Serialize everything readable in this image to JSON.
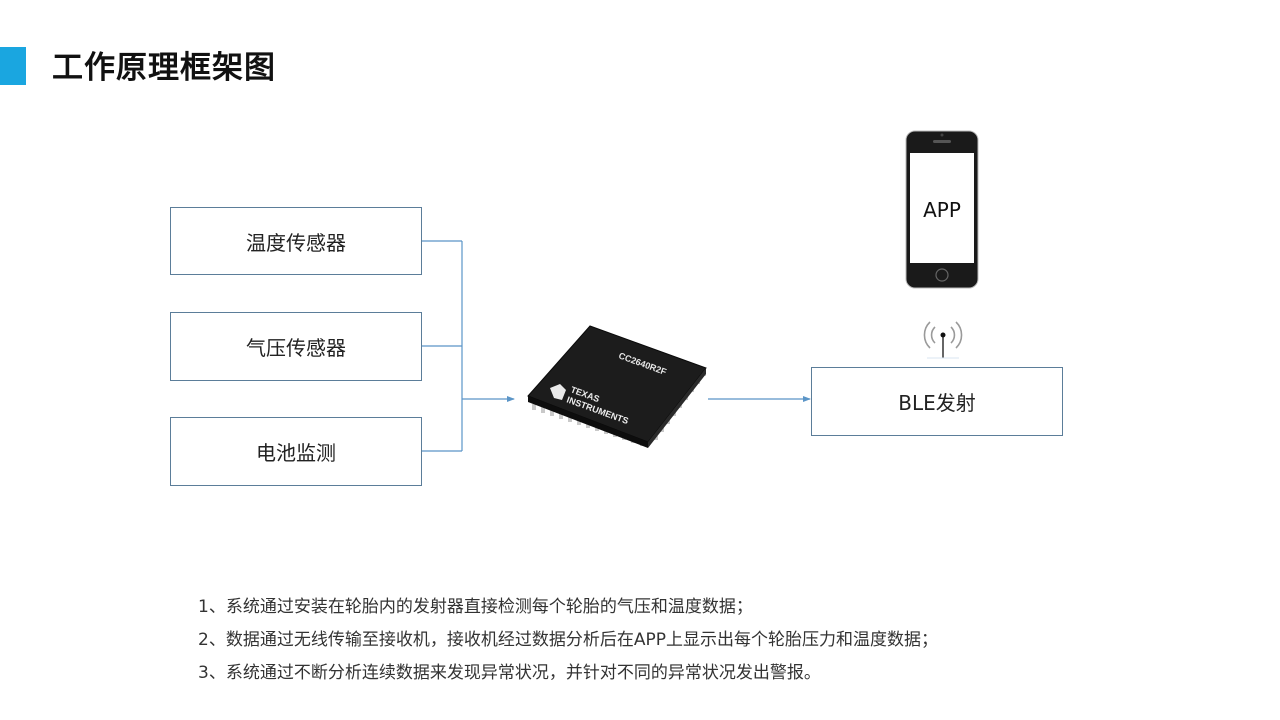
{
  "title": "工作原理框架图",
  "colors": {
    "accent": "#1aa6e0",
    "line": "#5b95c7",
    "box_border": "#5b7d99"
  },
  "inputs": [
    {
      "label": "温度传感器"
    },
    {
      "label": "气压传感器"
    },
    {
      "label": "电池监测"
    }
  ],
  "chip": {
    "part_number": "CC2640R2F",
    "brand_line1": "TEXAS",
    "brand_line2": "INSTRUMENTS"
  },
  "ble_box": {
    "label": "BLE发射"
  },
  "phone": {
    "screen_label": "APP"
  },
  "notes": [
    "1、系统通过安装在轮胎内的发射器直接检测每个轮胎的气压和温度数据；",
    "2、数据通过无线传输至接收机，接收机经过数据分析后在APP上显示出每个轮胎压力和温度数据；",
    "3、系统通过不断分析连续数据来发现异常状况，并针对不同的异常状况发出警报。"
  ]
}
